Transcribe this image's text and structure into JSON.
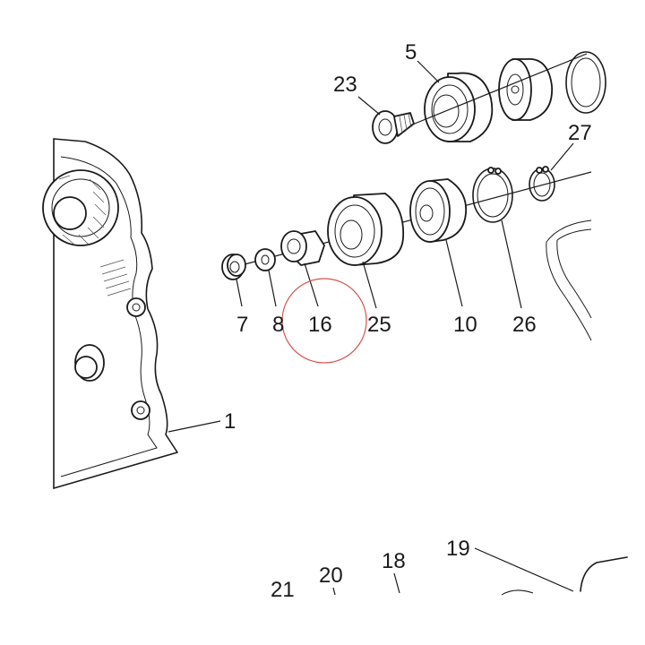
{
  "labels": {
    "p1": "1",
    "p5": "5",
    "p7": "7",
    "p8": "8",
    "p10": "10",
    "p16": "16",
    "p18": "18",
    "p19": "19",
    "p20": "20",
    "p21": "21",
    "p23": "23",
    "p25": "25",
    "p26": "26",
    "p27": "27"
  },
  "colors": {
    "ink": "#1a1a1a",
    "highlight_circle": "#d9534f",
    "background": "#ffffff"
  }
}
